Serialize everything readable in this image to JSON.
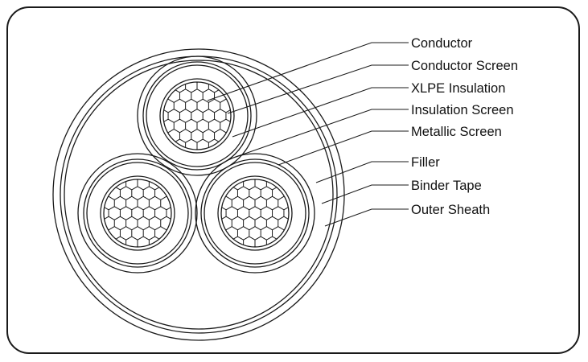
{
  "diagram": {
    "type": "three-core cable cross-section",
    "stroke_color": "#1a1a1a",
    "background_color": "#ffffff",
    "labels": [
      "Conductor",
      "Conductor Screen",
      "XLPE Insulation",
      "Insulation Screen",
      "Metallic Screen",
      "Filler",
      "Binder Tape",
      "Outer Sheath"
    ]
  }
}
